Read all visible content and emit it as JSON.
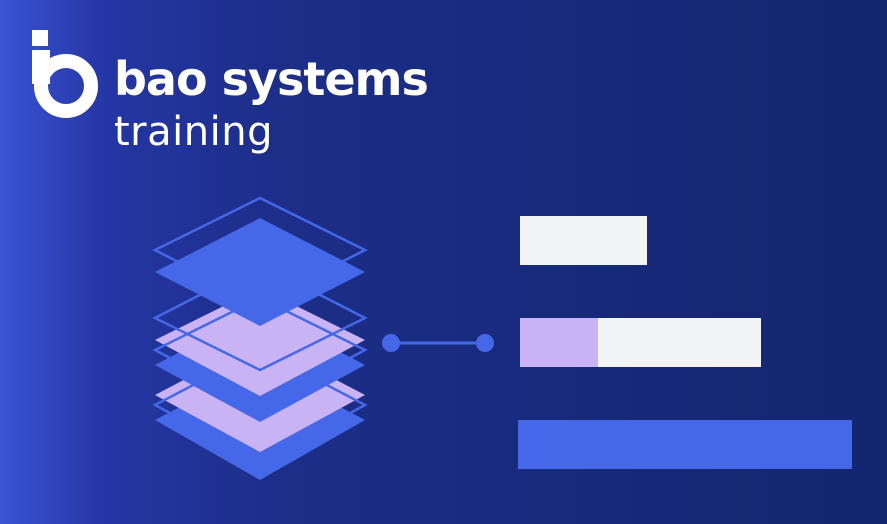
{
  "brand": {
    "name": "bao systems",
    "subtitle": "training"
  },
  "icons": {
    "logo": "bao-systems-logo-icon",
    "stack": "layered-stack-icon",
    "connector": "connector-line-icon"
  },
  "colors": {
    "background_dark": "#14256f",
    "background_light": "#3a54d4",
    "accent_blue": "#4568e8",
    "accent_lavender": "#c9b3f5",
    "bar_light": "#f3f4f8",
    "outline": "#5a78f0"
  },
  "bars": [
    {
      "fill_fraction": 0.0,
      "color": "#f3f4f8"
    },
    {
      "fill_fraction": 0.33,
      "highlight_color": "#c9b3f5",
      "color": "#f3f4f8"
    },
    {
      "fill_fraction": 1.0,
      "color": "#4568e8"
    }
  ]
}
